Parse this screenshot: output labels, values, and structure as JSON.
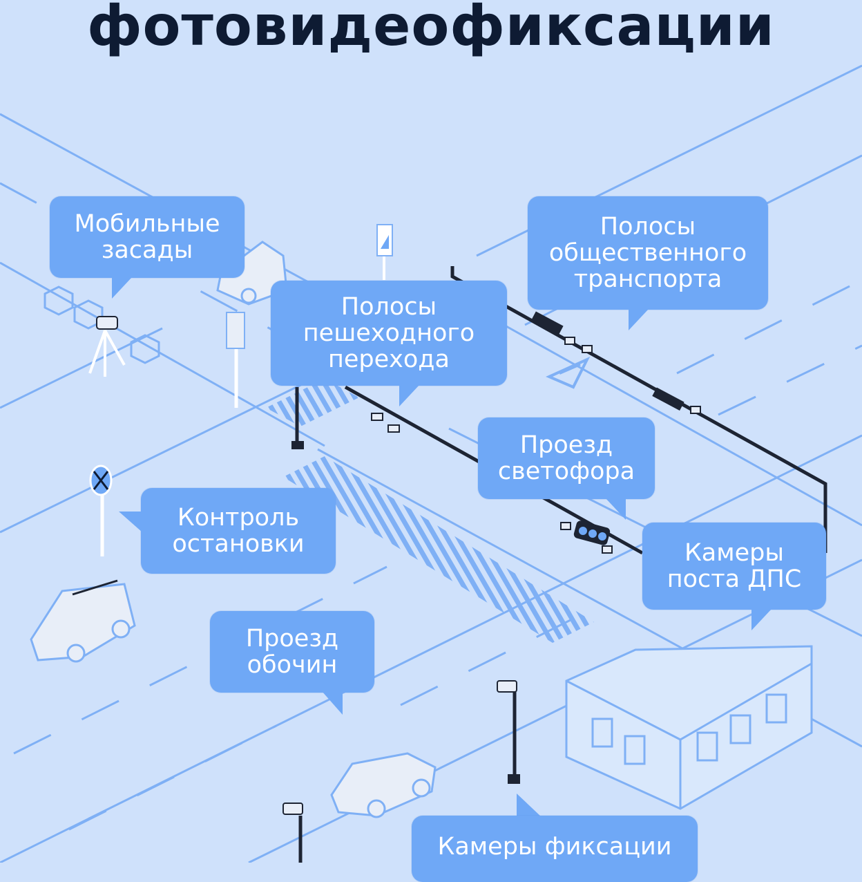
{
  "title": "фотовидеофиксации",
  "colors": {
    "background": "#cfe1fb",
    "line": "#7fb0f5",
    "bubble": "#6fa8f6",
    "bubble_text": "#ffffff",
    "title_text": "#0e1b33",
    "pole": "#1d2433"
  },
  "labels": {
    "mobile_ambush": "Мобильные\nзасады",
    "pedestrian_crossing_lanes": "Полосы\nпешеходного\nперехода",
    "public_transport_lanes": "Полосы\nобщественного\nтранспорта",
    "traffic_light_passage": "Проезд\nсветофора",
    "stop_control": "Контроль\nостановки",
    "dps_post_cameras": "Камеры\nпоста ДПС",
    "shoulder_passage": "Проезд\nобочин",
    "fixation_cameras": "Камеры фиксации"
  },
  "icons": [
    "tripod-speed-camera-icon",
    "pedestrian-crossing-sign-icon",
    "no-stopping-sign-icon",
    "camera-icon",
    "traffic-light-icon",
    "car-icon",
    "building-icon"
  ]
}
